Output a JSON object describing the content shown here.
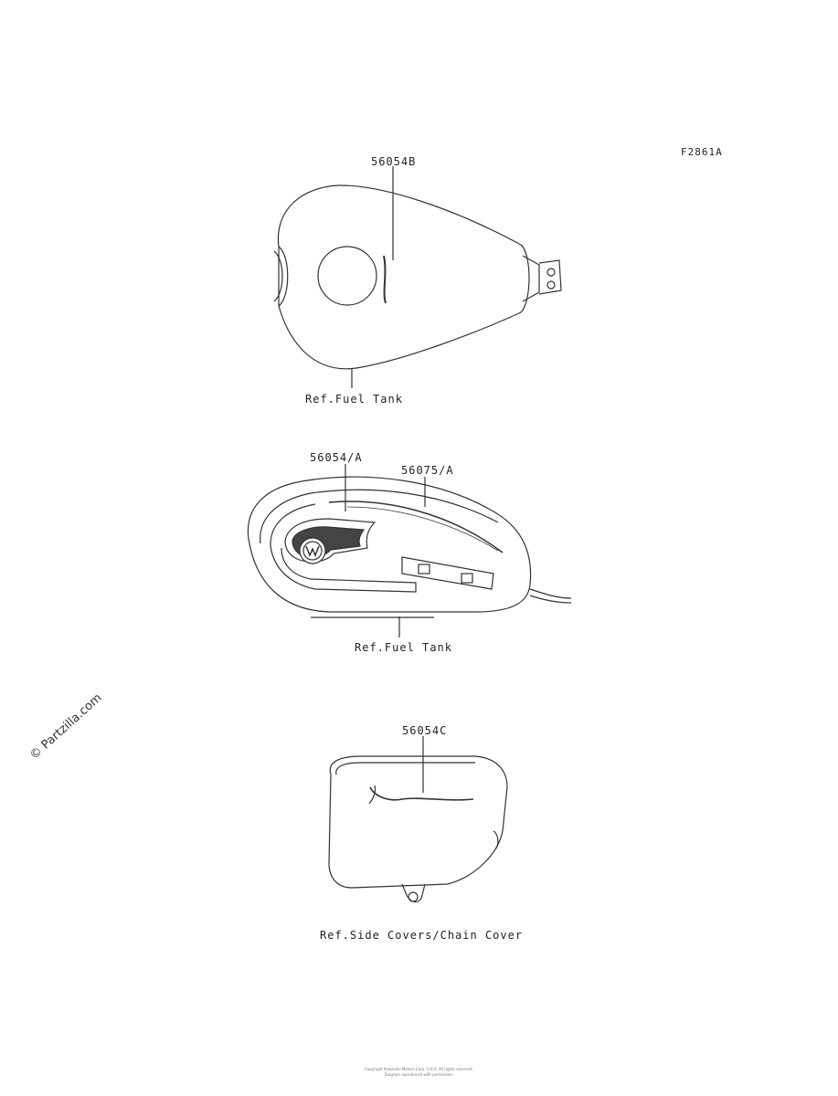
{
  "diagram_code": "F2861A",
  "parts": {
    "tank_top_part": "56054B",
    "tank_top_ref": "Ref.Fuel Tank",
    "tank_side_part_emblem": "56054/A",
    "tank_side_part_stripe": "56075/A",
    "tank_side_ref": "Ref.Fuel Tank",
    "side_cover_part": "56054C",
    "side_cover_ref": "Ref.Side Covers/Chain Cover"
  },
  "watermark": "© Partzilla.com",
  "footer": {
    "line1": "Copyright Kawasaki Motors Corp. U.S.A. All rights reserved.",
    "line2": "Diagram reproduced with permission."
  }
}
